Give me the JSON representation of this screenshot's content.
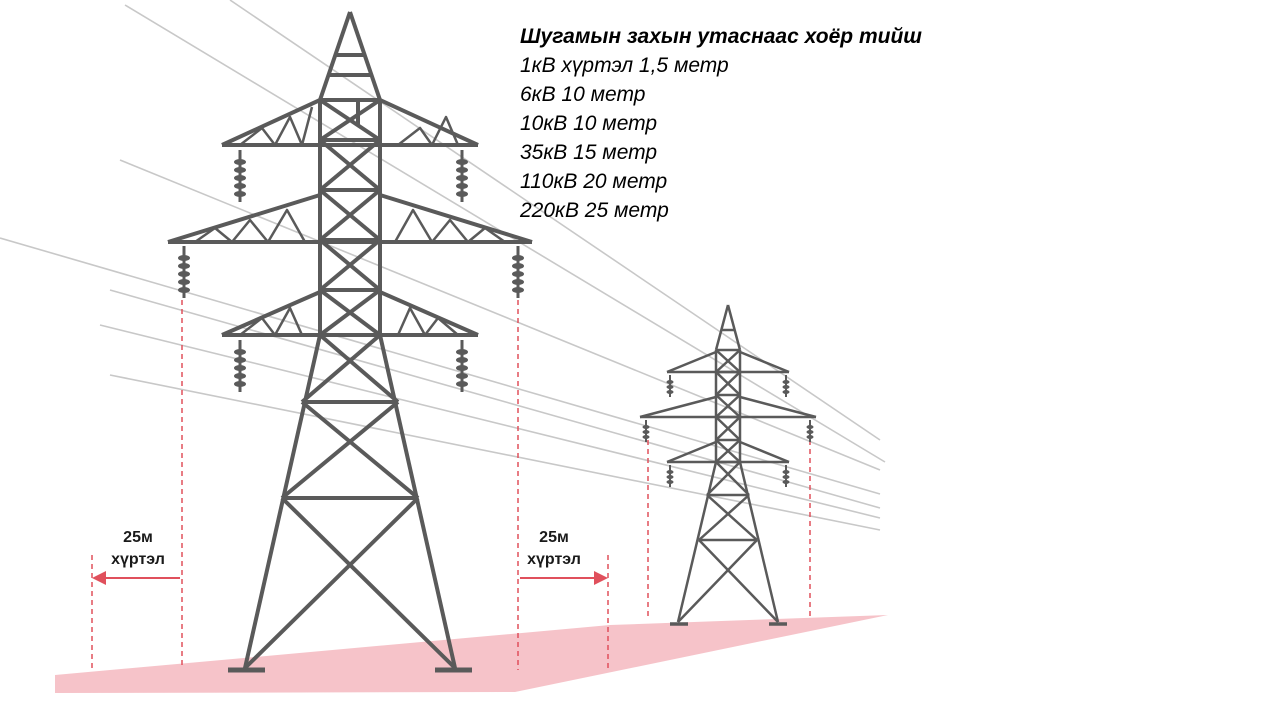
{
  "info": {
    "heading": "Шугамын захын утаснаас хоёр тийш",
    "rows": [
      "1кВ хүртэл 1,5 метр",
      "6кВ 10 метр",
      "10кВ 10 метр",
      "35кВ 15 метр",
      "110кВ 20 метр",
      "220кВ 25 метр"
    ]
  },
  "zone_left": {
    "distance": "25м",
    "qualifier": "хүртэл"
  },
  "zone_right": {
    "distance": "25м",
    "qualifier": "хүртэл"
  },
  "colors": {
    "tower": "#5a5a5a",
    "wire": "#c8c8c8",
    "zone_fill": "#f5b8c0",
    "marker": "#e0505c"
  }
}
